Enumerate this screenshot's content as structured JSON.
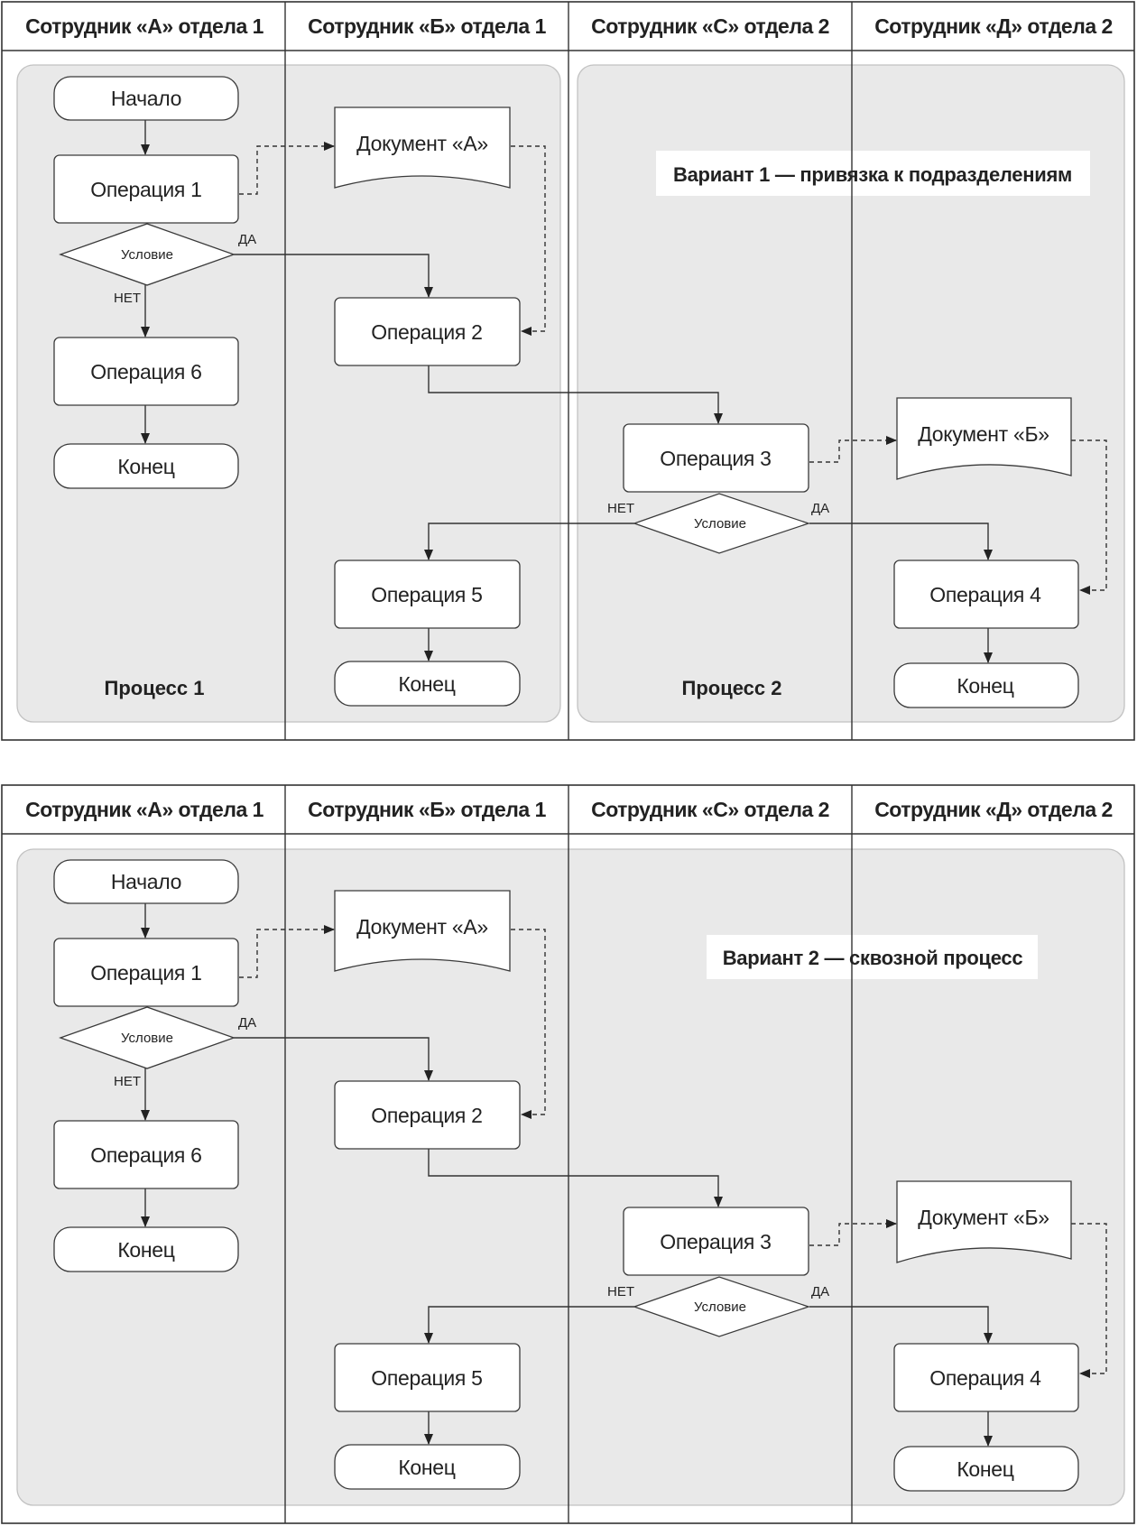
{
  "diagrams": [
    {
      "caption": "Вариант 1 — привязка к подразделениям",
      "lanes": [
        "Сотрудник «А» отдела 1",
        "Сотрудник «Б» отдела 1",
        "Сотрудник «С» отдела 2",
        "Сотрудник «Д» отдела 2"
      ],
      "process_labels": [
        "Процесс 1",
        "Процесс 2"
      ],
      "nodes": {
        "start": "Начало",
        "op1": "Операция 1",
        "docA": "Документ «А»",
        "cond1": "Условие",
        "op2": "Операция 2",
        "op6": "Операция 6",
        "end1": "Конец",
        "op3": "Операция 3",
        "docB": "Документ «Б»",
        "cond2": "Условие",
        "op5": "Операция 5",
        "op4": "Операция 4",
        "end2": "Конец",
        "end3": "Конец"
      },
      "branch_labels": {
        "yes1": "ДА",
        "no1": "НЕТ",
        "no2": "НЕТ",
        "yes2": "ДА"
      }
    },
    {
      "caption": "Вариант 2 — сквозной процесс",
      "lanes": [
        "Сотрудник «А» отдела 1",
        "Сотрудник «Б» отдела 1",
        "Сотрудник «С» отдела 2",
        "Сотрудник «Д» отдела 2"
      ],
      "process_labels": [],
      "nodes": {
        "start": "Начало",
        "op1": "Операция 1",
        "docA": "Документ «А»",
        "cond1": "Условие",
        "op2": "Операция 2",
        "op6": "Операция 6",
        "end1": "Конец",
        "op3": "Операция 3",
        "docB": "Документ «Б»",
        "cond2": "Условие",
        "op5": "Операция 5",
        "op4": "Операция 4",
        "end2": "Конец",
        "end3": "Конец"
      },
      "branch_labels": {
        "yes1": "ДА",
        "no1": "НЕТ",
        "no2": "НЕТ",
        "yes2": "ДА"
      }
    }
  ]
}
